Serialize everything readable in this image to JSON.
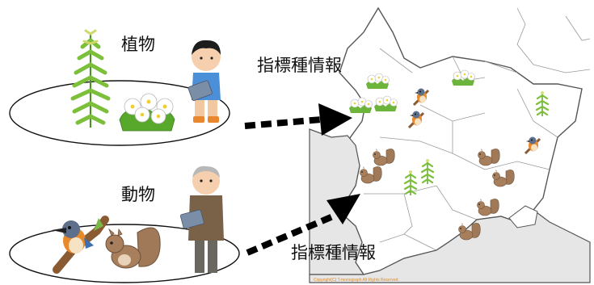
{
  "labels": {
    "plants": "植物",
    "animals": "動物",
    "indicator_info_top": "指標種情報",
    "indicator_info_bottom": "指標種情報"
  },
  "map": {
    "copyright": "Copyright(C) T-monograph All Rights Reserved.",
    "land_color": "#ffffff",
    "sea_color": "#e6e6e6",
    "border_color": "#555555"
  },
  "icons": {
    "plants_group": [
      "mugwort-plant-icon",
      "white-flowers-icon",
      "boy-with-tablet-icon"
    ],
    "animals_group": [
      "kingfisher-bird-icon",
      "squirrel-icon",
      "old-man-with-tablet-icon"
    ]
  },
  "colors": {
    "arrow": "#000000",
    "leaf": "#7cbf3a",
    "squirrel": "#a07a58",
    "bird_orange": "#e8892b"
  }
}
